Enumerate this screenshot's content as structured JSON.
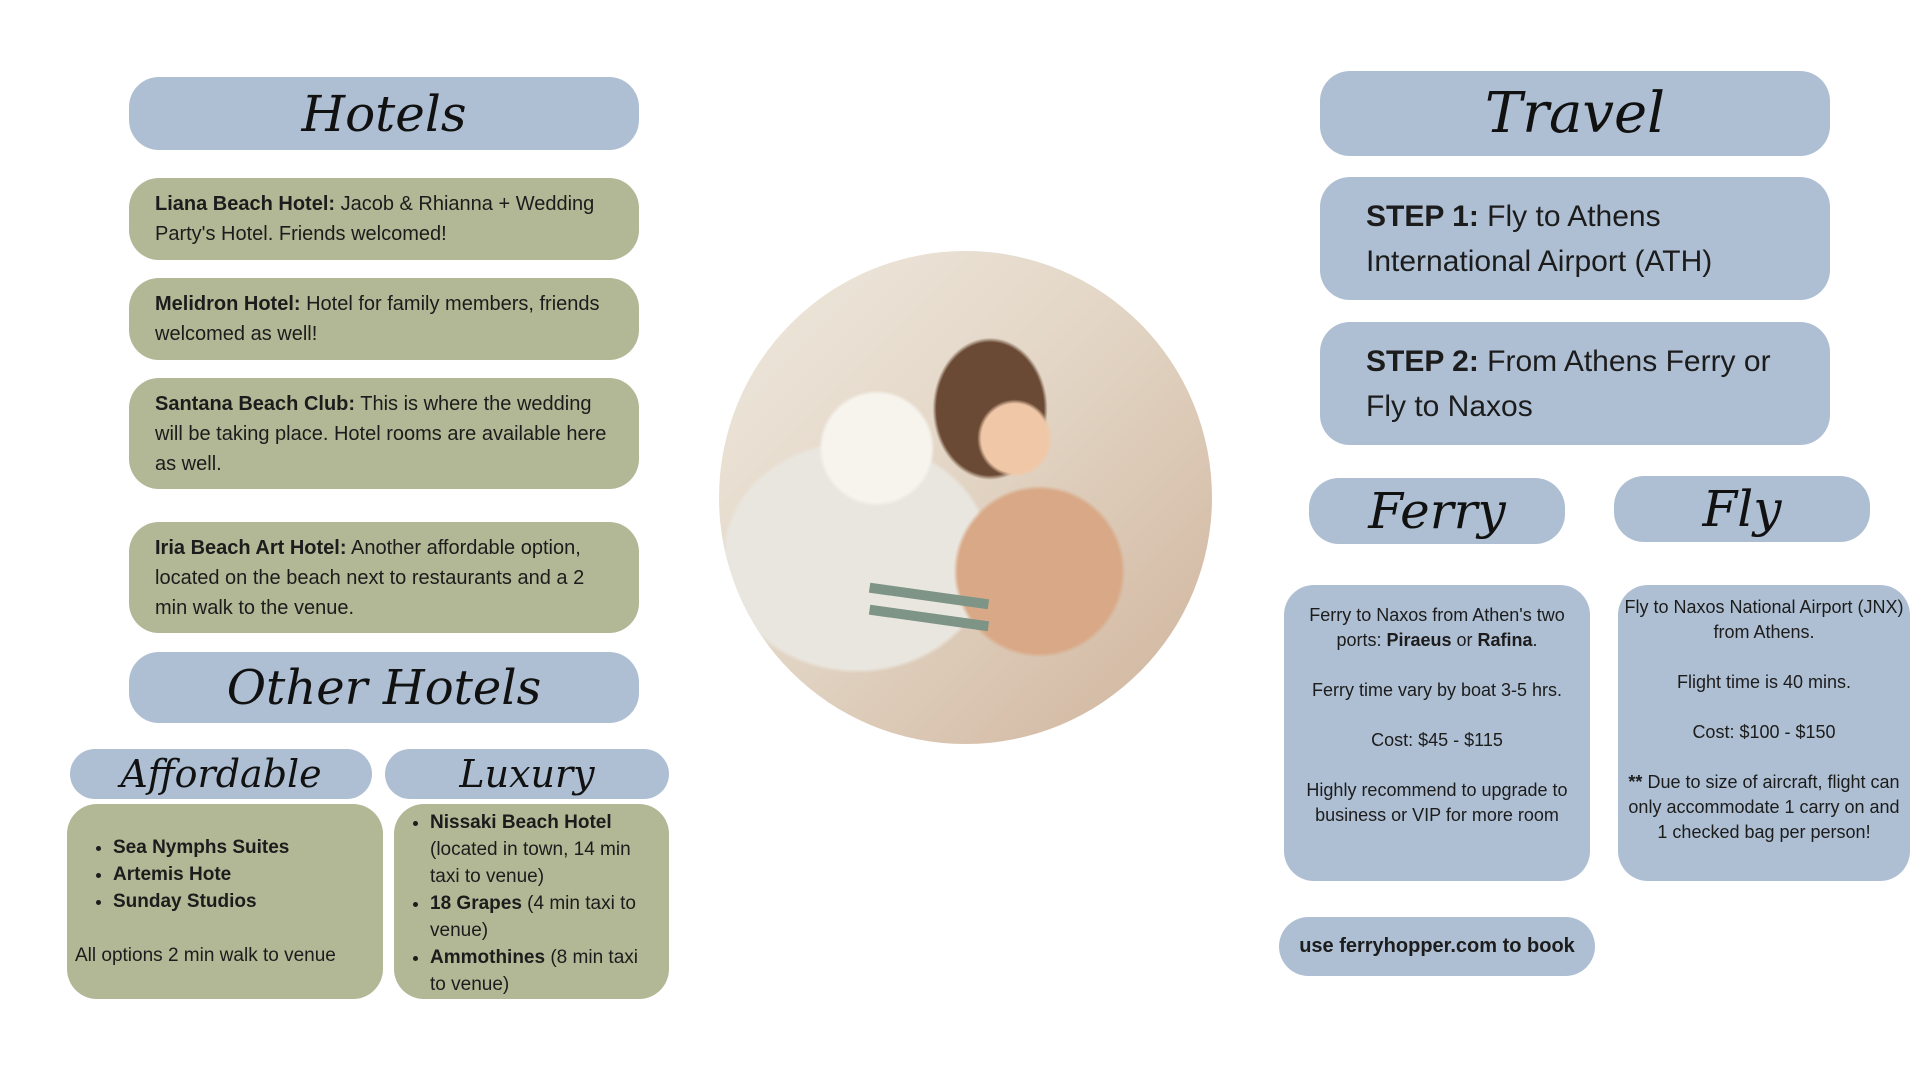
{
  "hotels": {
    "title": "Hotels",
    "cards": [
      {
        "name": "Liana Beach Hotel:",
        "desc": " Jacob & Rhianna + Wedding Party's Hotel. Friends welcomed!"
      },
      {
        "name": "Melidron Hotel:",
        "desc": " Hotel for family members, friends welcomed as well!"
      },
      {
        "name": "Santana Beach Club:",
        "desc": " This is where the wedding will be taking place. Hotel rooms are available here as well."
      },
      {
        "name": "Iria  Beach Art Hotel:",
        "desc": " Another affordable option, located on the beach next to restaurants and a 2 min walk to the venue."
      }
    ]
  },
  "other_hotels": {
    "title": "Other Hotels",
    "affordable": {
      "title": "Affordable",
      "items": [
        "Sea Nymphs Suites",
        "Artemis Hote",
        "Sunday Studios"
      ],
      "note": "All options 2 min walk to venue"
    },
    "luxury": {
      "title": "Luxury",
      "items": [
        {
          "name": "Nissaki Beach Hotel",
          "desc": " (located in town, 14 min taxi to venue)"
        },
        {
          "name": "18 Grapes",
          "desc": " (4 min taxi to venue)"
        },
        {
          "name": "Ammothines",
          "desc": " (8 min taxi to venue)"
        }
      ]
    }
  },
  "travel": {
    "title": "Travel",
    "step1": {
      "label": "STEP 1:",
      "text": "  Fly to Athens International Airport  (ATH)"
    },
    "step2": {
      "label": "STEP 2:",
      "text": " From Athens Ferry or Fly to Naxos"
    },
    "ferry": {
      "title": "Ferry",
      "line1a": "Ferry to Naxos from Athen's two ports: ",
      "port1": "Piraeus",
      "or": " or ",
      "port2": "Rafina",
      "dot": ".",
      "line2": "Ferry time vary by boat 3-5 hrs.",
      "line3": "Cost: $45 - $115",
      "line4": "Highly recommend to upgrade to business or VIP for more room",
      "booking": "use ferryhopper.com to book"
    },
    "fly": {
      "title": "Fly",
      "line1": "Fly to Naxos National Airport (JNX) from Athens.",
      "line2": "Flight time is 40 mins.",
      "line3": "Cost: $100 - $150",
      "stars": "**",
      "line4": " Due to size of aircraft, flight can only accommodate 1 carry on and 1 checked bag per person!"
    }
  },
  "colors": {
    "blue": "#aebfd3",
    "green": "#b2b795",
    "background": "#ffffff"
  }
}
